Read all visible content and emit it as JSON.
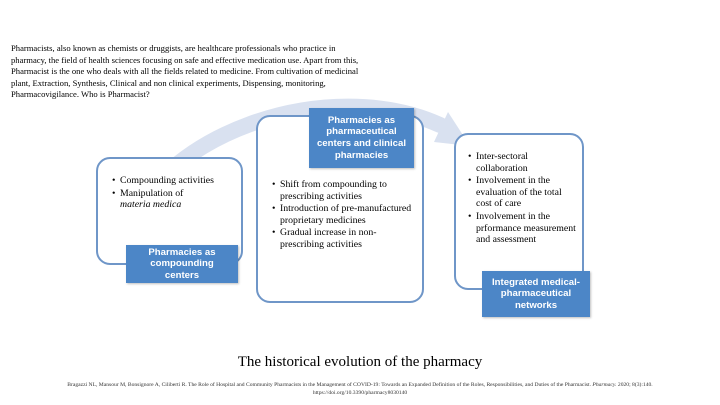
{
  "intro_text": "Pharmacists, also known as chemists or druggists, are healthcare professionals who practice in pharmacy, the field of health sciences focusing on safe and effective medication use. Apart from this, Pharmacist is the one who deals with all the fields related to medicine. From cultivation of medicinal plant, Extraction, Synthesis, Clinical and non clinical experiments, Dispensing, monitoring, Pharmacovigilance. Who is Pharmacist?",
  "diagram": {
    "stage1": {
      "tag": "Pharmacies as compounding centers",
      "items": [
        "Compounding activities",
        "Manipulation of"
      ],
      "item2_italic": "materia medica"
    },
    "stage2": {
      "tag": "Pharmacies as pharmaceutical centers and clinical pharmacies",
      "items": [
        "Shift from compounding to prescribing activities",
        "Introduction of pre-manufactured proprietary medicines",
        "Gradual increase in non-prescribing activities"
      ]
    },
    "stage3": {
      "tag": "Integrated medical-pharmaceutical networks",
      "items": [
        "Inter-sectoral collaboration",
        "Involvement in the evaluation of the total cost of care",
        "Involvement in the prformance measurement and assessment"
      ]
    },
    "colors": {
      "tag_fill": "#4c86c7",
      "card_border": "#6f96c8",
      "arrow": "#d9e1f0"
    }
  },
  "figure_title": "The historical evolution of the pharmacy",
  "citation": {
    "text": "Bragazzi NL, Mansour M, Bonsignore A, Ciliberti R. The Role of Hospital and Community Pharmacists in the Management of COVID-19: Towards an Expanded Definition of the Roles, Responsibilities, and Duties of the Pharmacist.",
    "journal": "Pharmacy.",
    "details": "2020; 8(3):140.",
    "doi": "https://doi.org/10.3390/pharmacy8030140"
  }
}
